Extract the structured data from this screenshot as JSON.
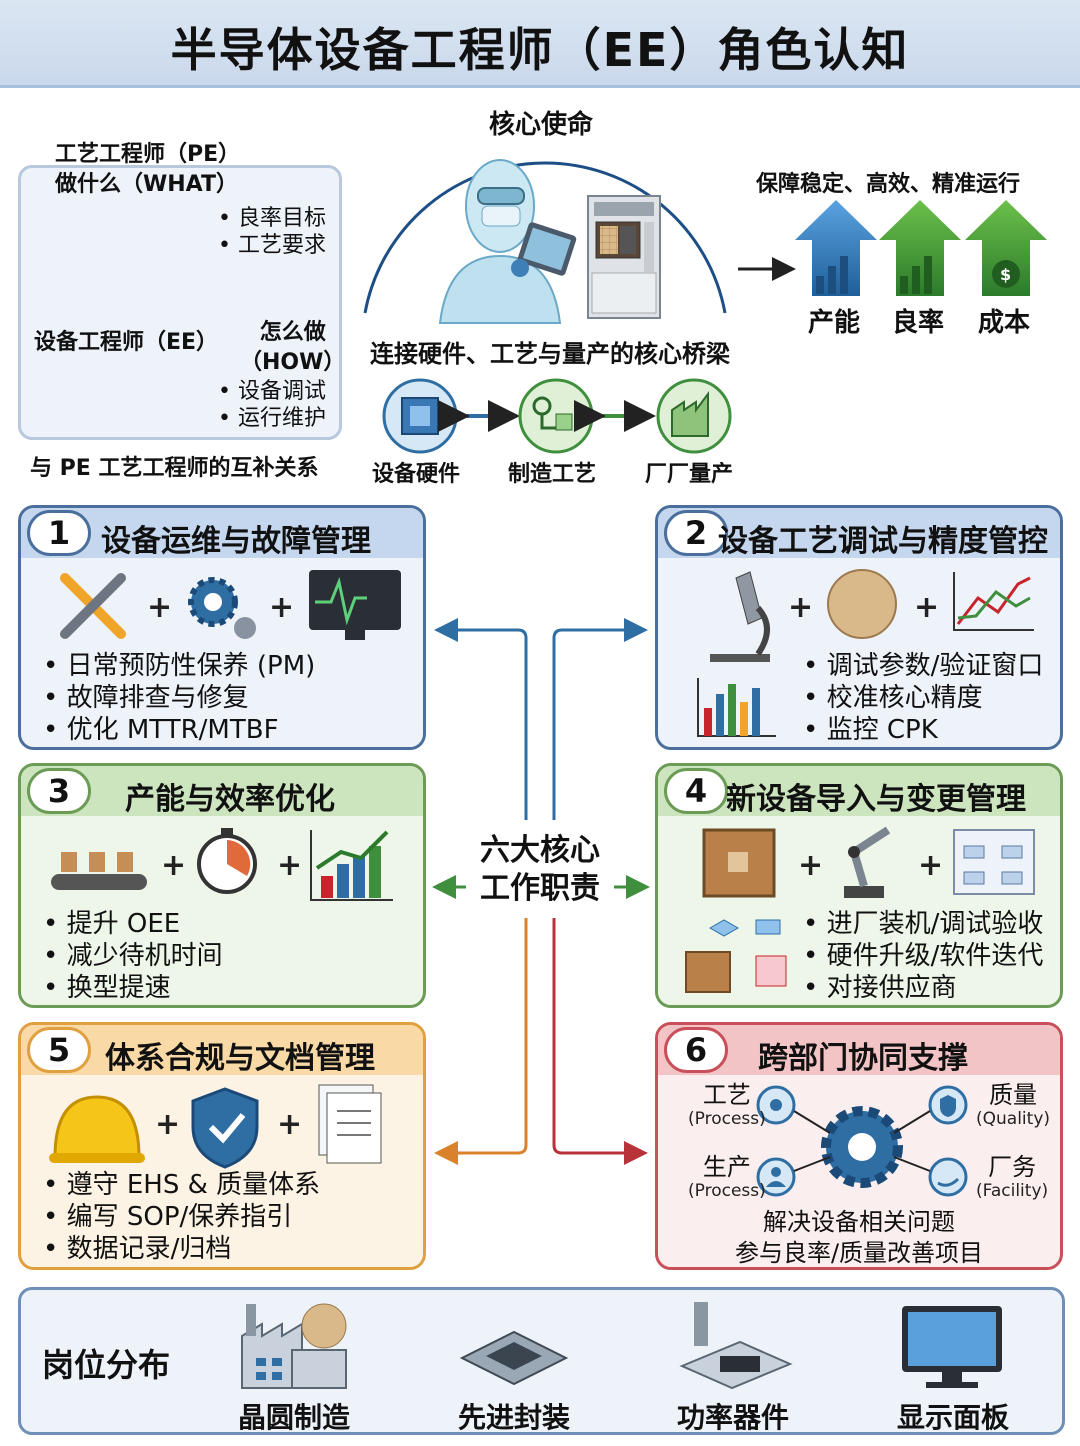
{
  "title": "半导体设备工程师（EE）角色认知",
  "mission": {
    "heading": "核心使命",
    "bridge": "连接硬件、工艺与量产的核心桥梁",
    "goal": "保障稳定、高效、精准运行",
    "outcomes": [
      "产能",
      "良率",
      "成本"
    ],
    "chain": [
      "设备硬件",
      "制造工艺",
      "厂厂量产"
    ]
  },
  "pe": {
    "title_line1": "工艺工程师（PE）",
    "title_line2": "做什么（WHAT）",
    "bullets": [
      "• 良率目标",
      "• 工艺要求"
    ],
    "ee_title": "设备工程师（EE）",
    "how_line1": "怎么做",
    "how_line2": "（HOW）",
    "ee_bullets": [
      "• 设备调试",
      "• 运行维护"
    ],
    "caption": "与 PE 工艺工程师的互补关系"
  },
  "center": {
    "line1": "六大核心",
    "line2": "工作职责"
  },
  "cards": [
    {
      "num": "1",
      "title": "设备运维与故障管理",
      "bullets": [
        "• 日常预防性保养 (PM)",
        "• 故障排查与修复",
        "• 优化 MTTR/MTBF"
      ]
    },
    {
      "num": "2",
      "title": "设备工艺调试与精度管控",
      "bullets": [
        "• 调试参数/验证窗口",
        "• 校准核心精度",
        "• 监控 CPK"
      ]
    },
    {
      "num": "3",
      "title": "产能与效率优化",
      "bullets": [
        "• 提升 OEE",
        "• 减少待机时间",
        "• 换型提速"
      ]
    },
    {
      "num": "4",
      "title": "新设备导入与变更管理",
      "bullets": [
        "• 进厂装机/调试验收",
        "• 硬件升级/软件迭代",
        "• 对接供应商"
      ]
    },
    {
      "num": "5",
      "title": "体系合规与文档管理",
      "bullets": [
        "• 遵守 EHS & 质量体系",
        "• 编写 SOP/保养指引",
        "• 数据记录/归档"
      ]
    },
    {
      "num": "6",
      "title": "跨部门协同支撑",
      "bullets": [
        "解决设备相关问题",
        "参与良率/质量改善项目"
      ]
    }
  ],
  "plus": "+",
  "collab": {
    "process": "工艺",
    "process_en": "(Process)",
    "quality": "质量",
    "quality_en": "(Quality)",
    "production": "生产",
    "production_en": "(Process)",
    "facility": "厂务",
    "facility_en": "(Facility)"
  },
  "distribution": {
    "heading": "岗位分布",
    "items": [
      "晶圆制造",
      "先进封装",
      "功率器件",
      "显示面板"
    ]
  },
  "colors": {
    "blue": "#2f6ea3",
    "green": "#3f8f3f",
    "orange": "#d9822b",
    "red": "#b8323a"
  }
}
